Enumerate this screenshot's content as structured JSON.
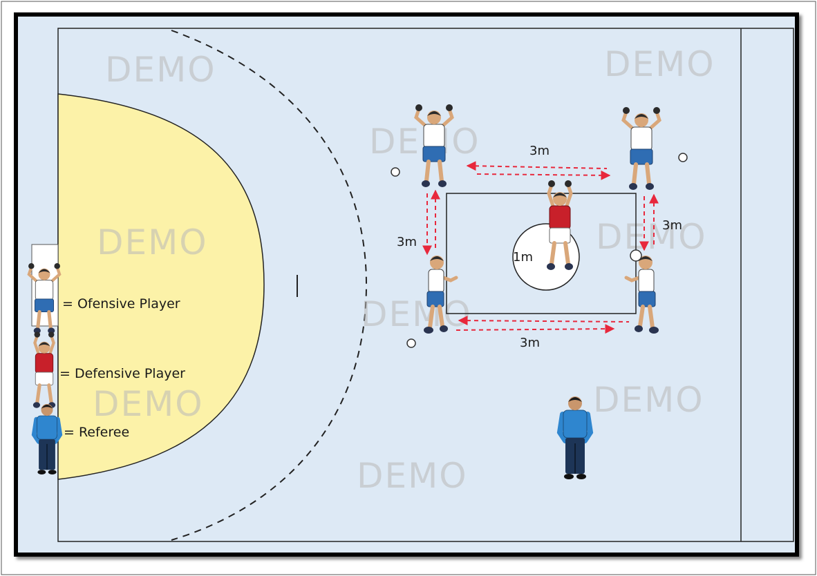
{
  "legend": {
    "offensive": "= Ofensive Player",
    "defensive": "= Defensive Player",
    "referee": "= Referee"
  },
  "distances": {
    "top": "3m",
    "bottom": "3m",
    "left": "3m",
    "right": "3m",
    "circle": "1m"
  },
  "watermark": "DEMO",
  "colors": {
    "court": "#dde9f5",
    "goal_area": "#fcf2a8",
    "arrow": "#e8283c",
    "offensive_shirt": "#ffffff",
    "defensive_shirt": "#c8202a",
    "referee_shirt": "#2f86cf",
    "shorts_blue": "#2f6db3",
    "frame": "#000000"
  }
}
